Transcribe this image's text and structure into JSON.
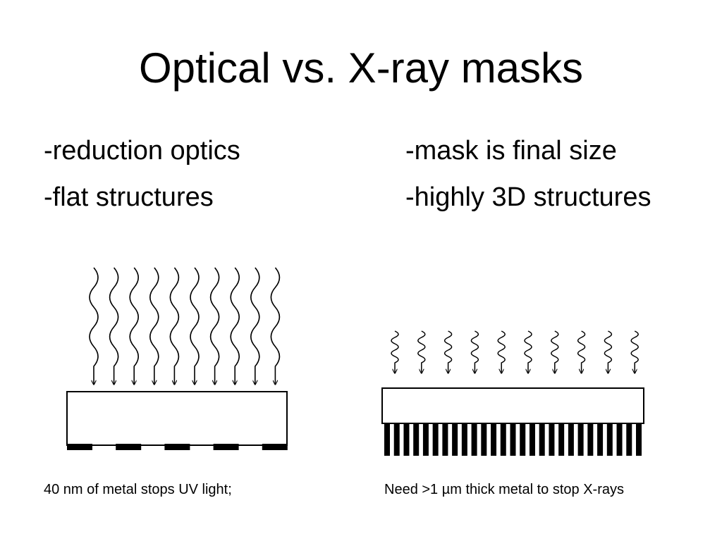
{
  "slide": {
    "title": "Optical vs. X-ray masks"
  },
  "left_column": {
    "bullets": [
      "-reduction optics",
      "-flat structures"
    ],
    "caption": "40 nm of metal stops UV light;",
    "wave_count": 10,
    "metal_pad_count": 5
  },
  "right_column": {
    "bullets": [
      "-mask is final size",
      "-highly 3D structures"
    ],
    "caption": "Need  >1 µm thick metal to stop X-rays",
    "wave_count": 10,
    "absorber_bar_count": 27
  }
}
